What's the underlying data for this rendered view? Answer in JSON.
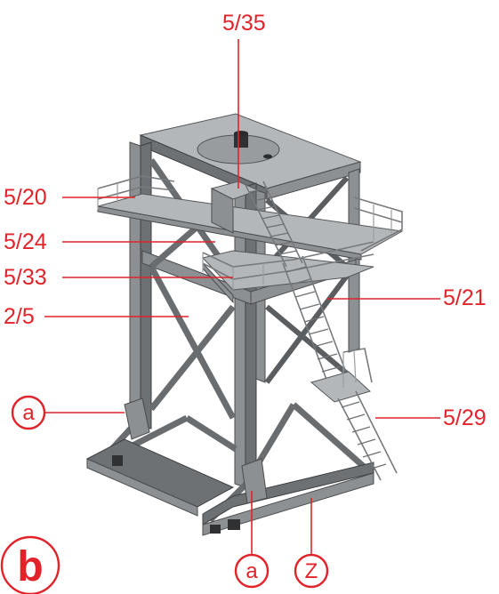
{
  "figure_label": "b",
  "callouts": {
    "top": "5/35",
    "left": [
      "5/20",
      "5/24",
      "5/33",
      "2/5"
    ],
    "right": [
      "5/21",
      "5/29"
    ]
  },
  "markers": {
    "left_a": "a",
    "bottom_a": "a",
    "bottom_z": "Z"
  },
  "colors": {
    "annotation": "#e2232a",
    "structure": "#8d9093"
  }
}
